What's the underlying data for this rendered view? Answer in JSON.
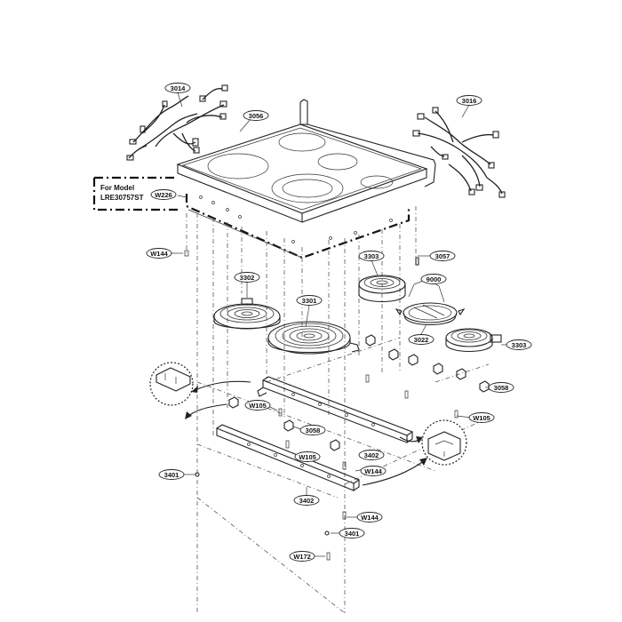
{
  "model_note": {
    "line1": "For Model",
    "line2": "LRE30757ST"
  },
  "parts": {
    "p3014": "3014",
    "p3016": "3016",
    "p3056": "3056",
    "pW226": "W226",
    "pW144a": "W144",
    "p3057": "3057",
    "p3302": "3302",
    "p3303a": "3303",
    "p9000": "9000",
    "p3301": "3301",
    "p3022": "3022",
    "p3303b": "3303",
    "p3058a": "3058",
    "pW105a": "W105",
    "p3058b": "3058",
    "pW105b": "W105",
    "pW105c": "W105",
    "p3402a": "3402",
    "pW144b": "W144",
    "p3401a": "3401",
    "p3402b": "3402",
    "pW144c": "W144",
    "p3401b": "3401",
    "pW172": "W172"
  }
}
